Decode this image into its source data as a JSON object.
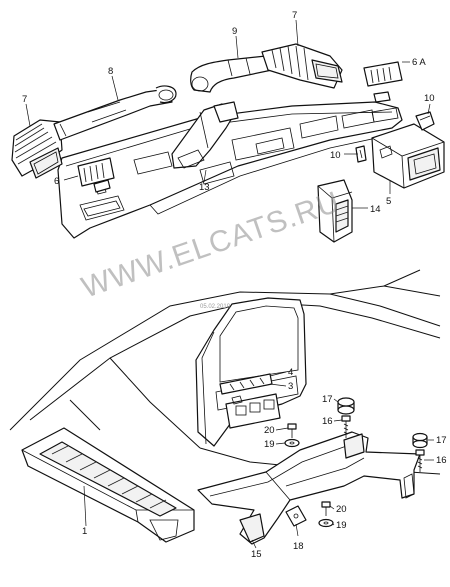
{
  "watermark": {
    "text": "WWW.ELCATS.RU",
    "date": "05.02.2010"
  },
  "callouts": {
    "c1": "1",
    "c3": "3",
    "c4": "4",
    "c5": "5",
    "c6": "6",
    "c6a": "6 A",
    "c7a": "7",
    "c7b": "7",
    "c8": "8",
    "c9": "9",
    "c10a": "10",
    "c10b": "10",
    "c13": "13",
    "c14": "14",
    "c15": "15",
    "c16a": "16",
    "c16b": "16",
    "c17a": "17",
    "c17b": "17",
    "c18": "18",
    "c19a": "19",
    "c19b": "19",
    "c20a": "20",
    "c20b": "20"
  }
}
